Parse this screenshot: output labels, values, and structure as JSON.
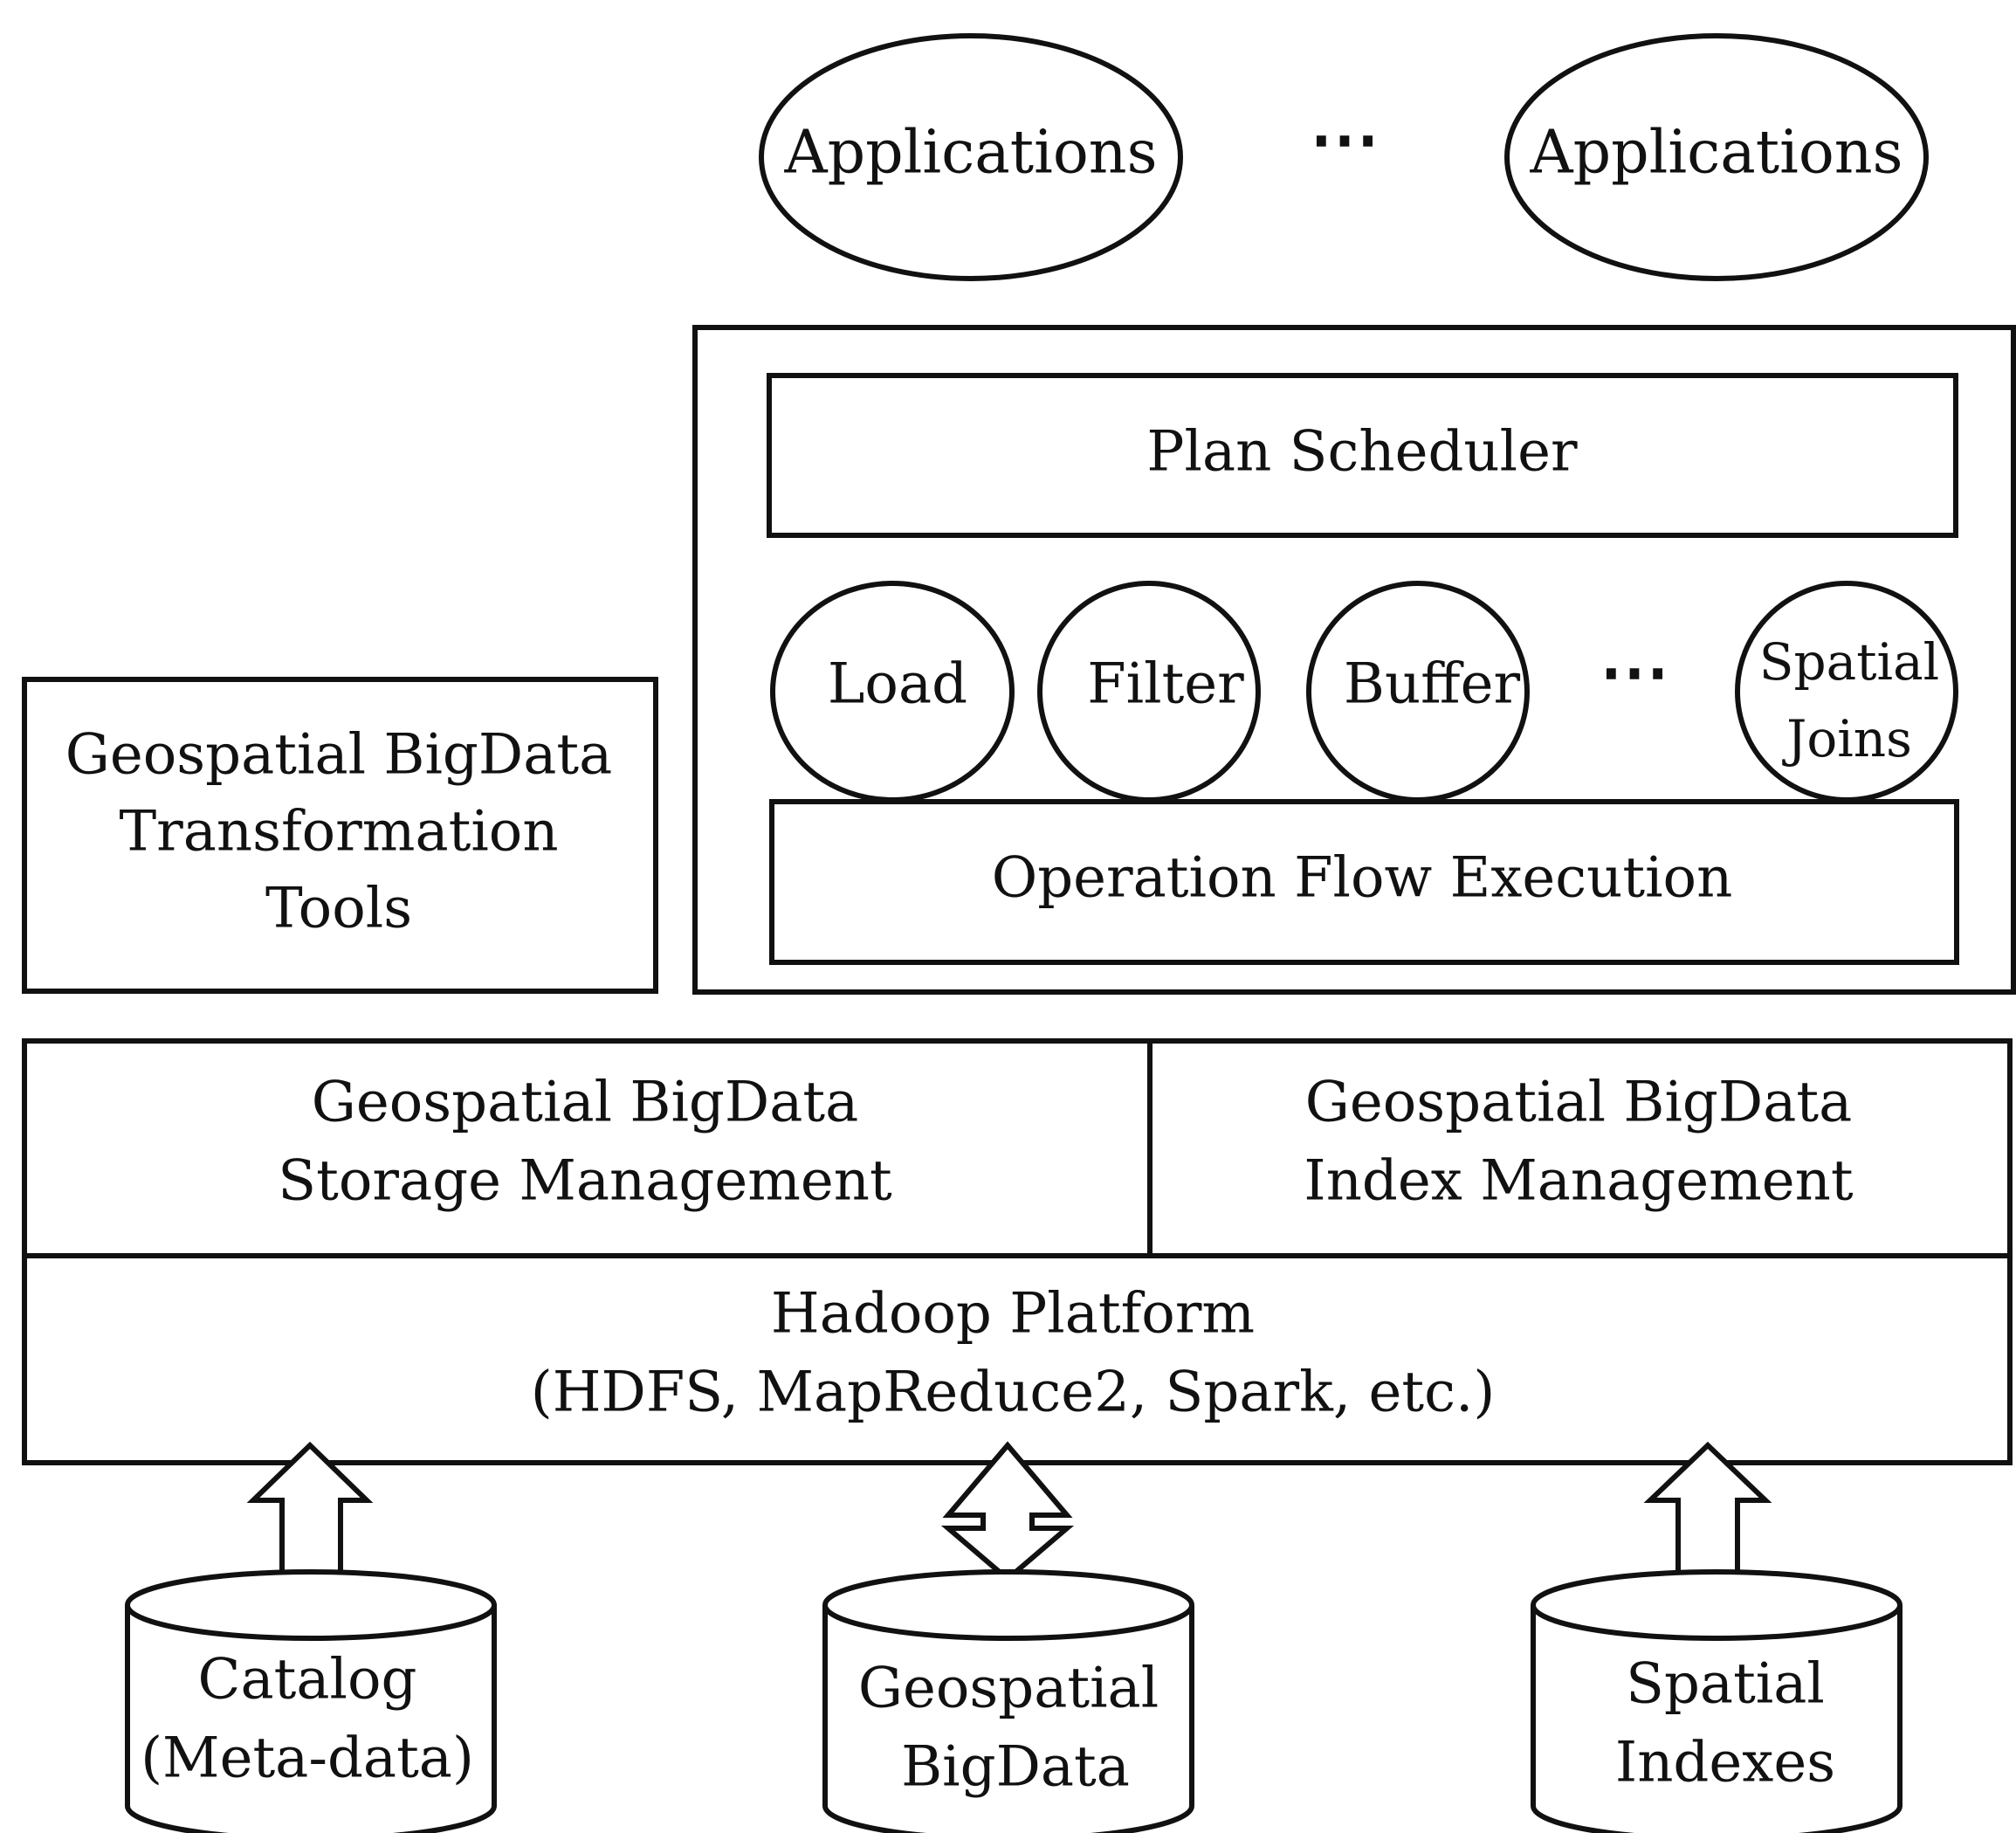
{
  "applications": [
    {
      "label": "Applications"
    },
    {
      "label": "Applications"
    }
  ],
  "ellipsis": "⋯",
  "engine": {
    "plan_scheduler": "Plan Scheduler",
    "operations": [
      {
        "label": "Load"
      },
      {
        "label": "Filter"
      },
      {
        "label": "Buffer"
      },
      {
        "label_lines": [
          "Spatial",
          "Joins"
        ]
      }
    ],
    "operation_flow": "Operation Flow Execution"
  },
  "transformation_tools": {
    "lines": [
      "Geospatial BigData",
      "Transformation",
      "Tools"
    ]
  },
  "storage_management": {
    "lines": [
      "Geospatial BigData",
      "Storage Management"
    ]
  },
  "index_management": {
    "lines": [
      "Geospatial BigData",
      "Index Management"
    ]
  },
  "hadoop_platform": {
    "lines": [
      "Hadoop Platform",
      "(HDFS, MapReduce2, Spark, etc.)"
    ]
  },
  "data_stores": [
    {
      "lines": [
        "Catalog",
        "(Meta-data)"
      ],
      "arrow": "up"
    },
    {
      "lines": [
        "Geospatial",
        "BigData"
      ],
      "arrow": "both"
    },
    {
      "lines": [
        "Spatial",
        "Indexes"
      ],
      "arrow": "up"
    }
  ]
}
